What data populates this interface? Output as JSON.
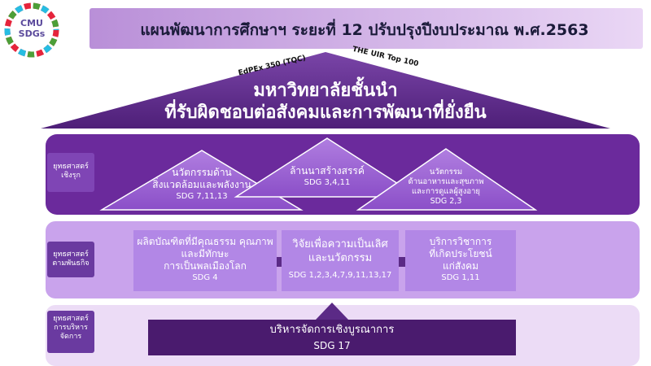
{
  "logo": {
    "line1": "CMU",
    "line2": "SDGs"
  },
  "header": {
    "title": "แผนพัฒนาการศึกษาฯ ระยะที่ 12 ปรับปรุงปีงบประมาณ พ.ศ.2563"
  },
  "roof": {
    "tag_left": "EdPEx 350 (TQC)",
    "tag_right": "THE UIR Top 100",
    "title_line1": "มหาวิทยาลัยชั้นนำ",
    "title_line2": "ที่รับผิดชอบต่อสังคมและการพัฒนาที่ยั่งยืน"
  },
  "proactive": {
    "label_line1": "ยุทธศาสตร์",
    "label_line2": "เชิงรุก",
    "items": [
      {
        "name_line1": "นวัตกรรมด้าน",
        "name_line2": "สิ่งแวดล้อมและพลังงาน",
        "sdg": "SDG 7,11,13"
      },
      {
        "name_line1": "ล้านนาสร้างสรรค์",
        "sdg": "SDG 3,4,11"
      },
      {
        "name_line1": "นวัตกรรม",
        "name_line2": "ด้านอาหารและสุขภาพ",
        "name_line3": "และการดูแลผู้สูงอายุ",
        "sdg": "SDG 2,3"
      }
    ]
  },
  "mission": {
    "label_line1": "ยุทธศาสตร์",
    "label_line2": "ตามพันธกิจ",
    "items": [
      {
        "name_line1": "ผลิตบัณฑิตที่มีคุณธรรม คุณภาพ",
        "name_line2": "และมีทักษะ",
        "name_line3": "การเป็นพลเมืองโลก",
        "sdg": "SDG 4"
      },
      {
        "name_line1": "วิจัยเพื่อความเป็นเลิศ",
        "name_line2": "และนวัตกรรม",
        "sdg": "SDG 1,2,3,4,7,9,11,13,17"
      },
      {
        "name_line1": "บริการวิชาการ",
        "name_line2": "ที่เกิดประโยชน์",
        "name_line3": "แก่สังคม",
        "sdg": "SDG 1,11"
      }
    ]
  },
  "management": {
    "label_line1": "ยุทธศาสตร์",
    "label_line2": "การบริหาร",
    "label_line3": "จัดการ",
    "name": "บริหารจัดการเชิงบูรณาการ",
    "sdg": "SDG 17"
  },
  "colors": {
    "header_band": "#c9a3e0",
    "roof": "#5b2a86",
    "proactive_band": "#6b2a9c",
    "mission_band": "#c9a3ec",
    "mission_box": "#b287e6",
    "management_band": "#ecdcf6",
    "management_box": "#4a1b6e",
    "row_label": "#6a3aa0",
    "arrow": "#5b2a86"
  }
}
